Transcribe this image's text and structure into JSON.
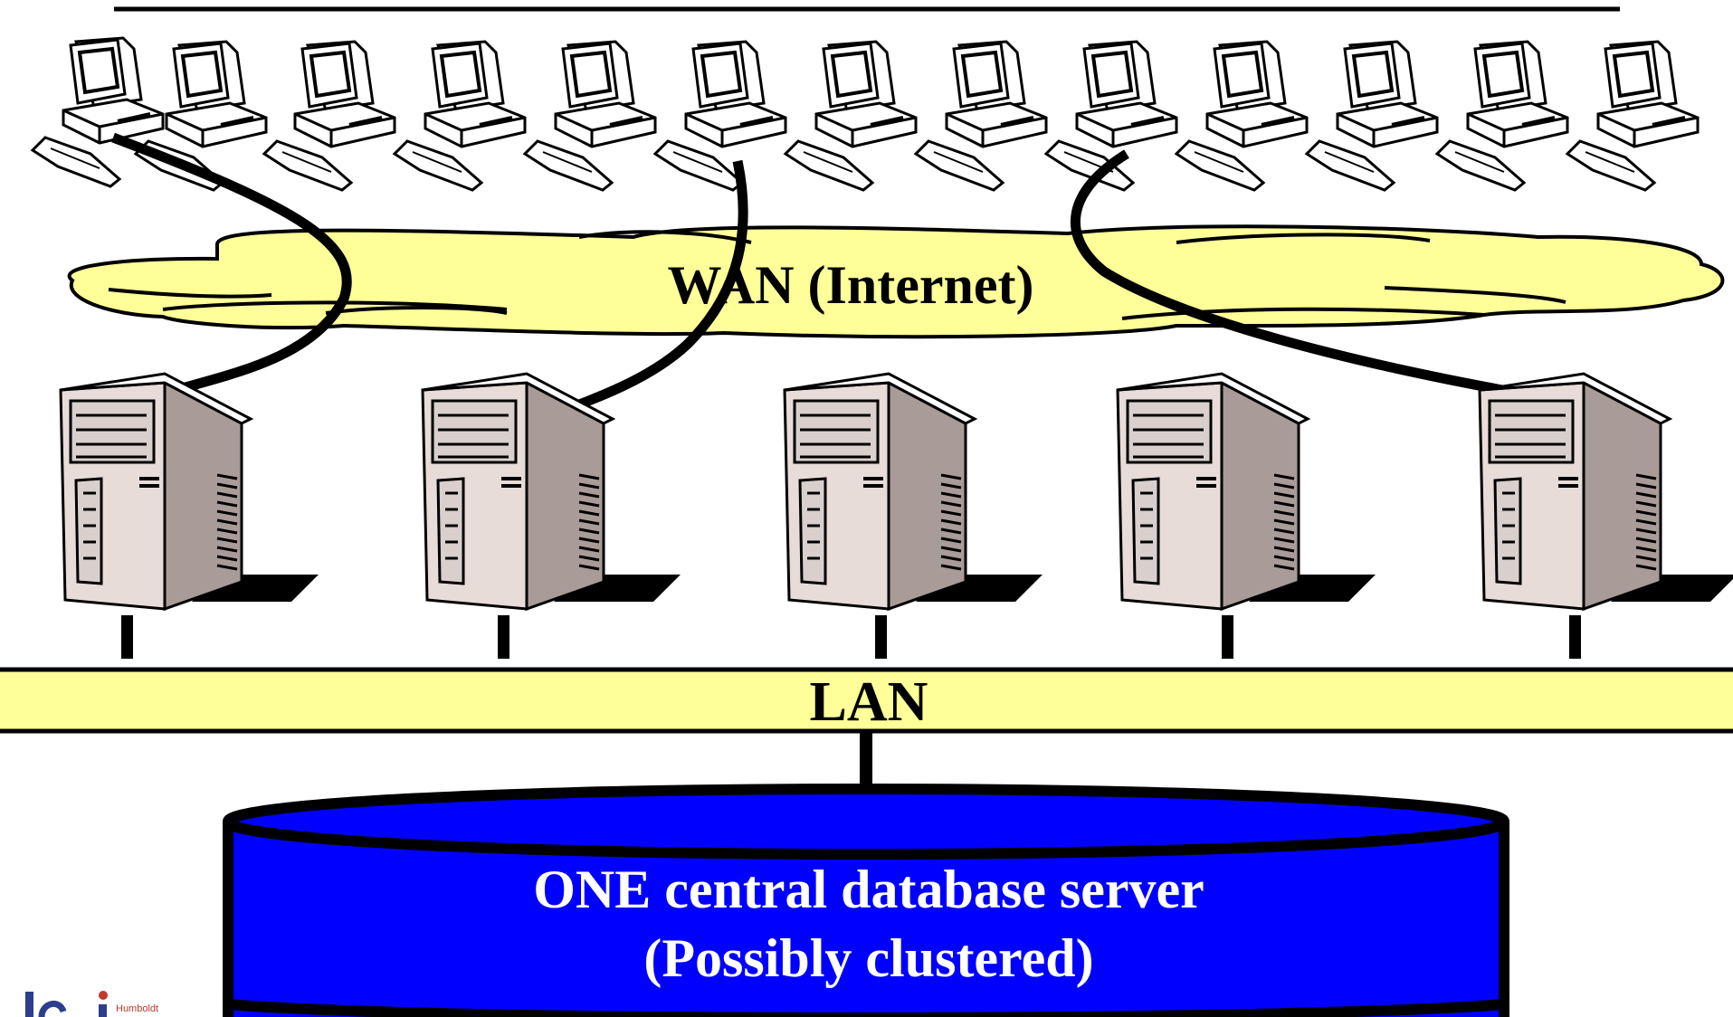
{
  "diagram": {
    "wan_label": "WAN (Internet)",
    "lan_label": "LAN",
    "database": {
      "line1": "ONE central database server",
      "line2": "(Possibly clustered)"
    },
    "client_count": 13,
    "web_server_count": 5,
    "logo_text": "Humboldt"
  },
  "colors": {
    "cloud_fill": "#ffff99",
    "lan_fill": "#ffff99",
    "database_fill": "#0000ff",
    "database_text": "#ffffff",
    "line": "#000000",
    "server_body": "#e8dcd8",
    "server_side": "#a89b98",
    "logo_red": "#c0392b",
    "logo_blue": "#2c3e8c"
  },
  "icons": {
    "client": "desktop-computer-icon",
    "server": "tower-server-icon",
    "database": "database-cylinder-icon"
  }
}
